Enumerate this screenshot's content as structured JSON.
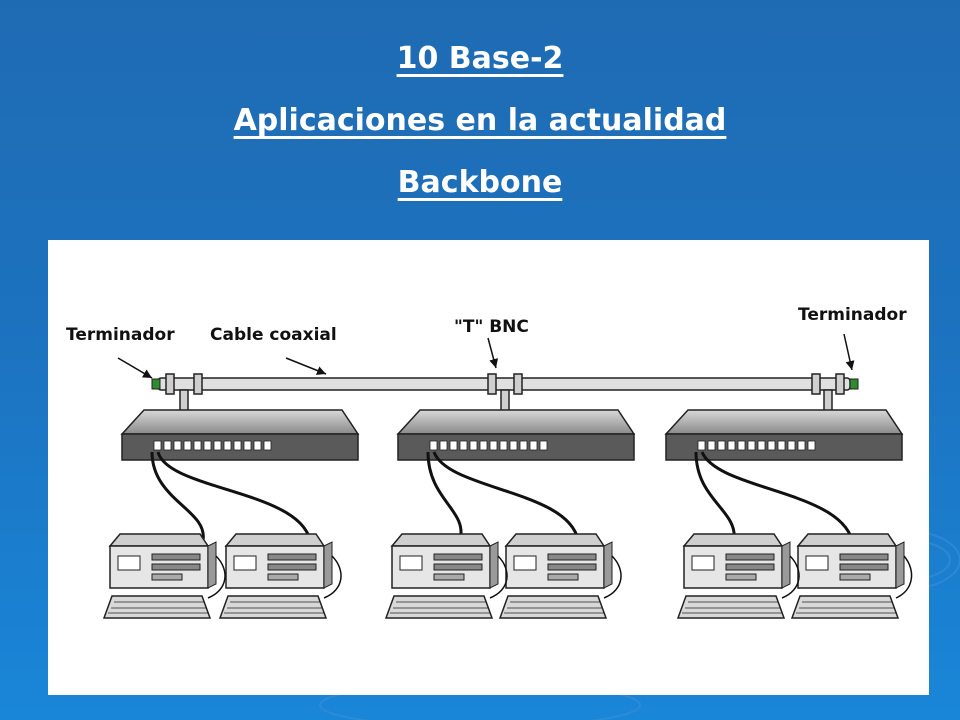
{
  "slide": {
    "title_lines": [
      "10 Base-2",
      "Aplicaciones en la actualidad",
      "Backbone"
    ]
  },
  "diagram": {
    "labels": {
      "terminator_left": "Terminador",
      "coax_cable": "Cable coaxial",
      "t_bnc": "\"T\" BNC",
      "terminator_right": "Terminador"
    },
    "hub_count": 3,
    "pcs_per_hub": 2
  },
  "colors": {
    "background": "#1c72bf",
    "figure_bg": "#ffffff",
    "text": "#ffffff",
    "terminator": "#2e8b2e"
  }
}
